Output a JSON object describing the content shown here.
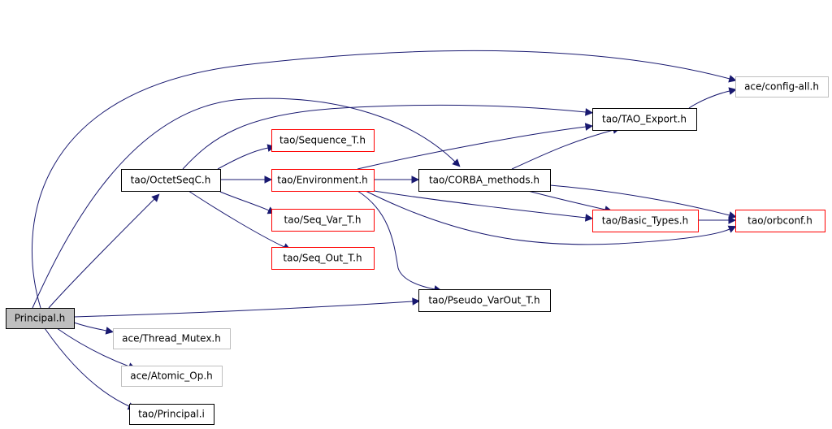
{
  "colors": {
    "edge": "#191970",
    "root_fill": "#bfbfbf",
    "root_border": "#000000",
    "documented_border": "#000000",
    "undocumented_border": "#ff0000",
    "external_border": "#bfbfbf",
    "node_fill": "#ffffff",
    "text": "#000000"
  },
  "nodes": [
    {
      "id": "principal_h",
      "label": "Principal.h",
      "kind": "root"
    },
    {
      "id": "octetseqc_h",
      "label": "tao/OctetSeqC.h",
      "kind": "documented"
    },
    {
      "id": "sequence_t_h",
      "label": "tao/Sequence_T.h",
      "kind": "undocumented"
    },
    {
      "id": "environment_h",
      "label": "tao/Environment.h",
      "kind": "undocumented"
    },
    {
      "id": "seq_var_t_h",
      "label": "tao/Seq_Var_T.h",
      "kind": "undocumented"
    },
    {
      "id": "seq_out_t_h",
      "label": "tao/Seq_Out_T.h",
      "kind": "undocumented"
    },
    {
      "id": "corba_methods_h",
      "label": "tao/CORBA_methods.h",
      "kind": "documented"
    },
    {
      "id": "tao_export_h",
      "label": "tao/TAO_Export.h",
      "kind": "documented"
    },
    {
      "id": "config_all_h",
      "label": "ace/config-all.h",
      "kind": "external"
    },
    {
      "id": "basic_types_h",
      "label": "tao/Basic_Types.h",
      "kind": "undocumented"
    },
    {
      "id": "orbconf_h",
      "label": "tao/orbconf.h",
      "kind": "undocumented"
    },
    {
      "id": "pseudo_varout_t_h",
      "label": "tao/Pseudo_VarOut_T.h",
      "kind": "documented"
    },
    {
      "id": "thread_mutex_h",
      "label": "ace/Thread_Mutex.h",
      "kind": "external"
    },
    {
      "id": "atomic_op_h",
      "label": "ace/Atomic_Op.h",
      "kind": "external"
    },
    {
      "id": "principal_i",
      "label": "tao/Principal.i",
      "kind": "documented"
    }
  ],
  "edges": [
    {
      "from": "principal_h",
      "to": "octetseqc_h"
    },
    {
      "from": "principal_h",
      "to": "config_all_h"
    },
    {
      "from": "principal_h",
      "to": "corba_methods_h"
    },
    {
      "from": "principal_h",
      "to": "pseudo_varout_t_h"
    },
    {
      "from": "principal_h",
      "to": "thread_mutex_h"
    },
    {
      "from": "principal_h",
      "to": "atomic_op_h"
    },
    {
      "from": "principal_h",
      "to": "principal_i"
    },
    {
      "from": "octetseqc_h",
      "to": "tao_export_h"
    },
    {
      "from": "octetseqc_h",
      "to": "sequence_t_h"
    },
    {
      "from": "octetseqc_h",
      "to": "environment_h"
    },
    {
      "from": "octetseqc_h",
      "to": "seq_var_t_h"
    },
    {
      "from": "octetseqc_h",
      "to": "seq_out_t_h"
    },
    {
      "from": "environment_h",
      "to": "corba_methods_h"
    },
    {
      "from": "environment_h",
      "to": "tao_export_h"
    },
    {
      "from": "environment_h",
      "to": "basic_types_h"
    },
    {
      "from": "environment_h",
      "to": "orbconf_h"
    },
    {
      "from": "environment_h",
      "to": "pseudo_varout_t_h"
    },
    {
      "from": "corba_methods_h",
      "to": "tao_export_h"
    },
    {
      "from": "corba_methods_h",
      "to": "basic_types_h"
    },
    {
      "from": "corba_methods_h",
      "to": "orbconf_h"
    },
    {
      "from": "tao_export_h",
      "to": "config_all_h"
    },
    {
      "from": "basic_types_h",
      "to": "orbconf_h"
    }
  ]
}
